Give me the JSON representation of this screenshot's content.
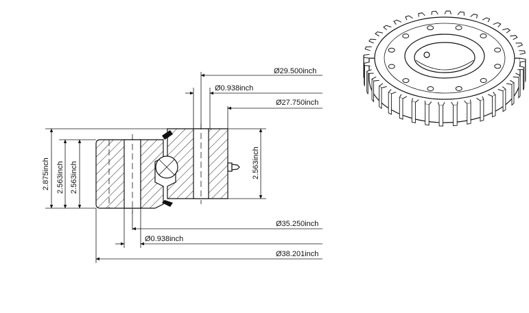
{
  "dimensions": {
    "d_29_500": "Ø29.500inch",
    "d_0_938_top": "Ø0.938inch",
    "d_27_750": "Ø27.750inch",
    "d_35_250": "Ø35.250inch",
    "d_0_938_bottom": "Ø0.938inch",
    "d_38_201": "Ø38.201inch",
    "h_2_875": "2.875inch",
    "h_2_563_outer": "2.563inch",
    "h_2_563_inner": "2.563inch",
    "h_2_563_right": "2.563inch"
  }
}
